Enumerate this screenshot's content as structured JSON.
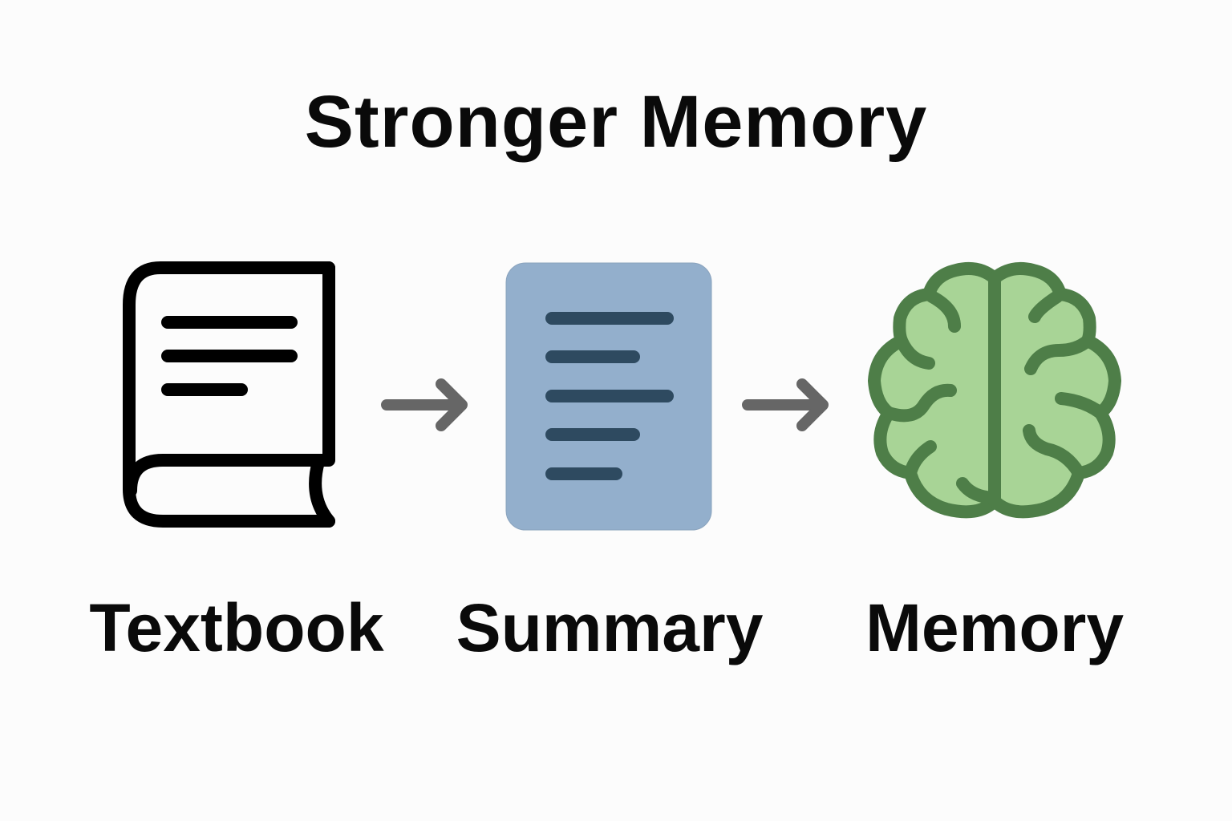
{
  "title": "Stronger Memory",
  "steps": [
    {
      "label": "Textbook",
      "icon": "book-icon"
    },
    {
      "label": "Summary",
      "icon": "document-icon"
    },
    {
      "label": "Memory",
      "icon": "brain-icon"
    }
  ],
  "connectors": [
    "arrow-right-icon",
    "arrow-right-icon"
  ],
  "colors": {
    "text": "#0a0a0a",
    "book_stroke": "#000000",
    "summary_fill": "#93afcc",
    "summary_lines": "#2e4a60",
    "brain_fill": "#a8d496",
    "brain_stroke": "#4e7e48",
    "arrow": "#666666"
  }
}
